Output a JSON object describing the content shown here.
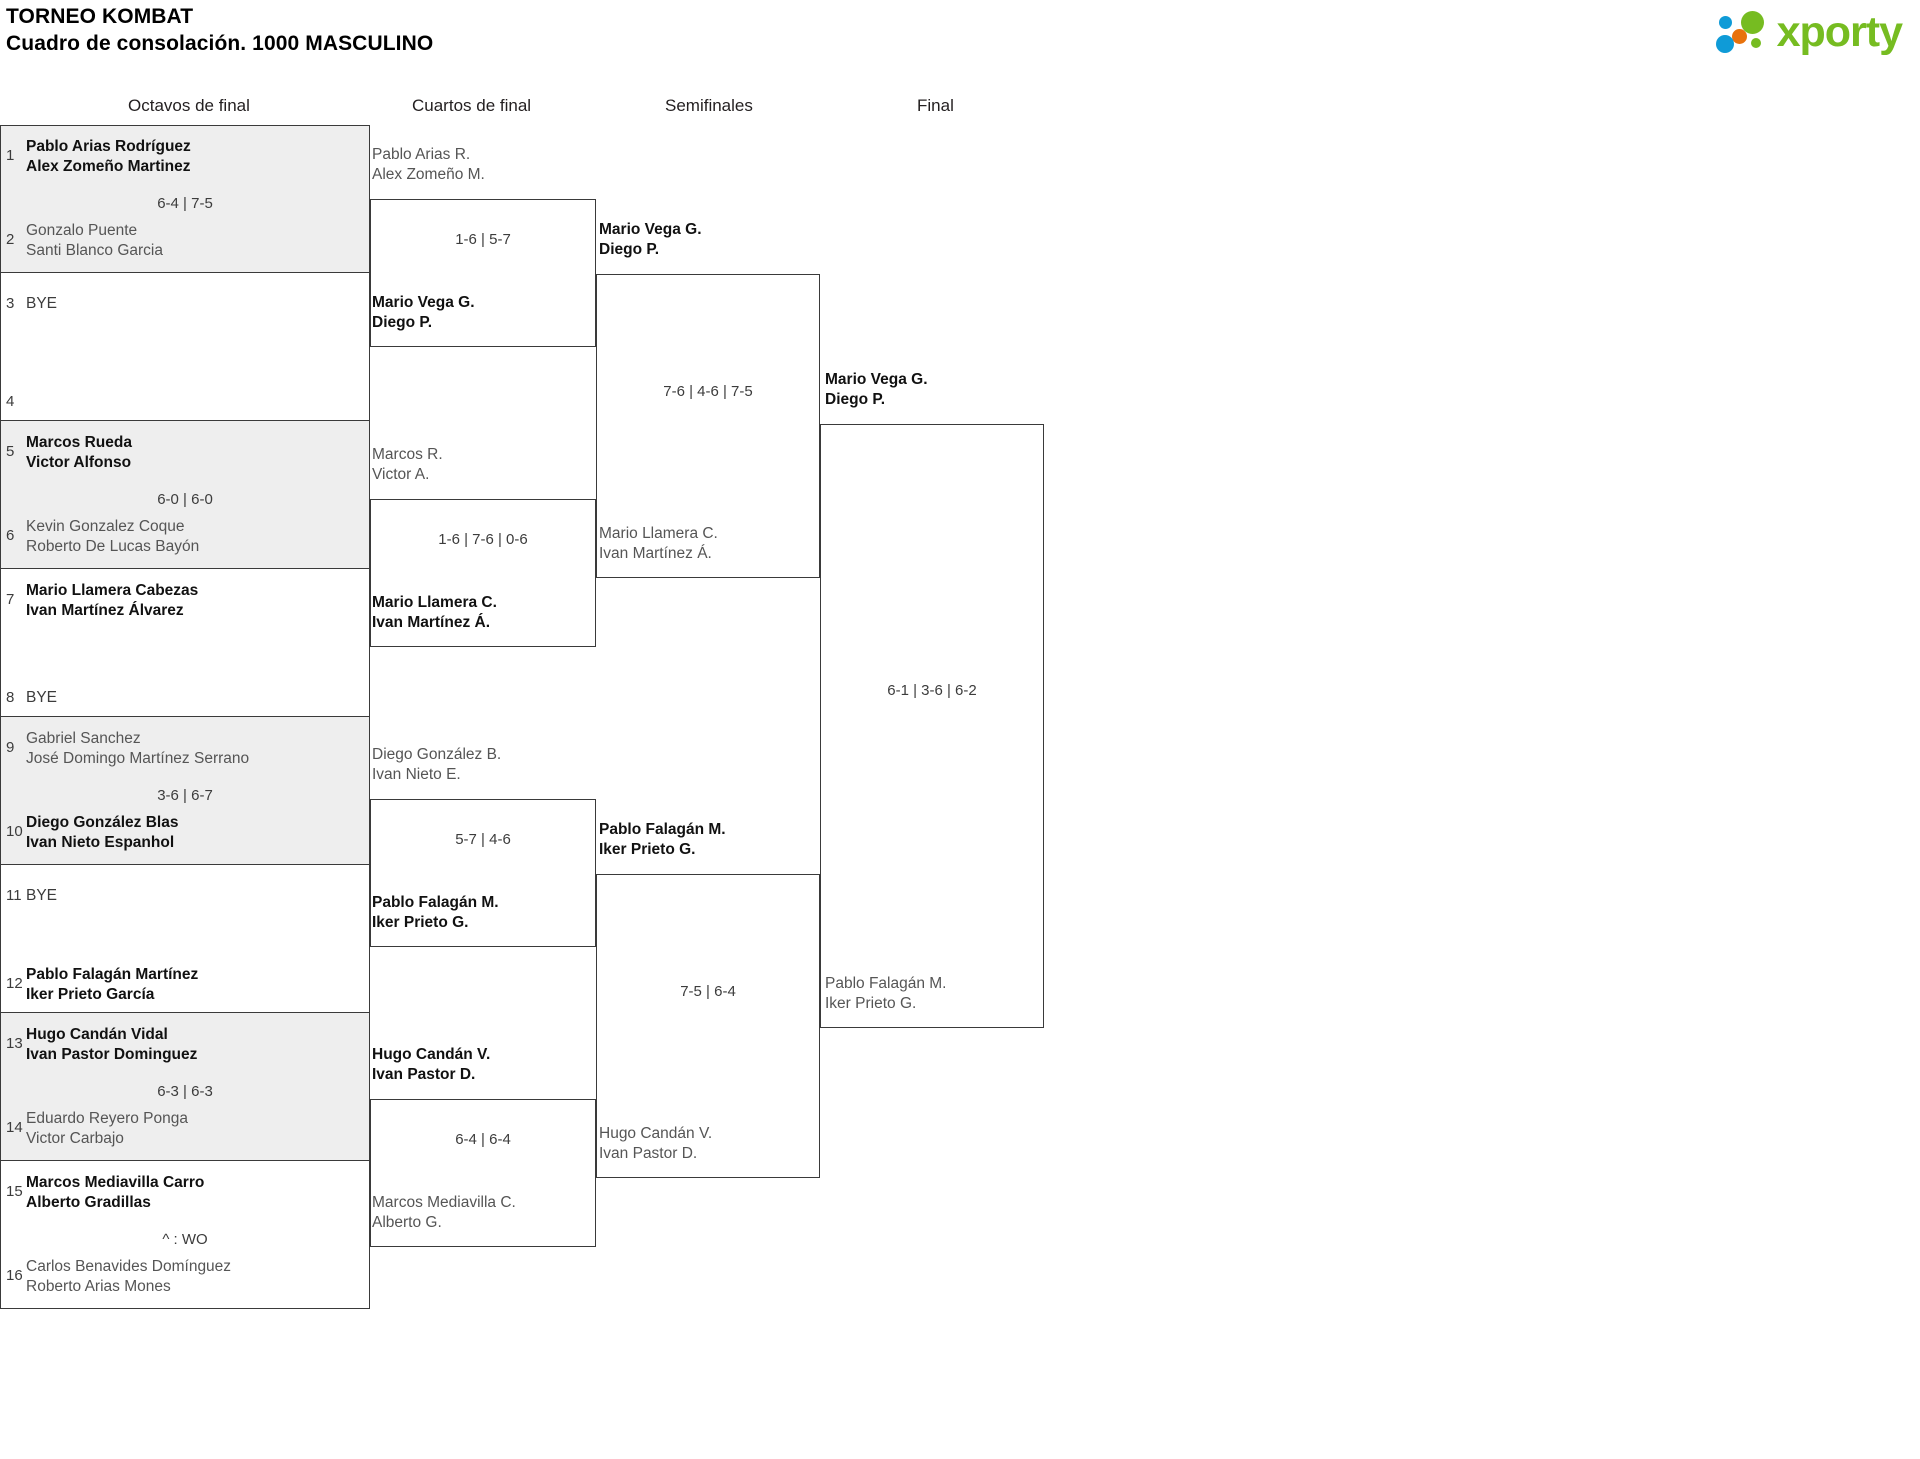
{
  "header": {
    "tournament": "TORNEO KOMBAT",
    "subtitle": "Cuadro de consolación. 1000 MASCULINO"
  },
  "logo": {
    "text": "xporty",
    "colors": {
      "green": "#76bc21",
      "blue": "#0f9bd7",
      "orange": "#e8720c"
    }
  },
  "rounds": [
    {
      "id": "octavos",
      "label": "Octavos de final"
    },
    {
      "id": "cuartos",
      "label": "Cuartos de final"
    },
    {
      "id": "semis",
      "label": "Semifinales"
    },
    {
      "id": "final",
      "label": "Final"
    }
  ],
  "bracket": {
    "round1": {
      "slots": [
        {
          "seed": "1",
          "p1": "Pablo Arias Rodríguez",
          "p2": "Alex Zomeño Martinez",
          "status": "winner"
        },
        {
          "seed": "2",
          "p1": "Gonzalo Puente",
          "p2": "Santi Blanco Garcia",
          "status": "loser"
        },
        {
          "seed": "3",
          "p1": "BYE",
          "p2": "",
          "status": "bye"
        },
        {
          "seed": "4",
          "p1": "",
          "p2": "",
          "status": "empty"
        },
        {
          "seed": "5",
          "p1": "Marcos Rueda",
          "p2": "Victor Alfonso",
          "status": "winner"
        },
        {
          "seed": "6",
          "p1": "Kevin Gonzalez Coque",
          "p2": "Roberto De Lucas Bayón",
          "status": "loser"
        },
        {
          "seed": "7",
          "p1": "Mario Llamera Cabezas",
          "p2": "Ivan Martínez Álvarez",
          "status": "winner"
        },
        {
          "seed": "8",
          "p1": "BYE",
          "p2": "",
          "status": "bye"
        },
        {
          "seed": "9",
          "p1": "Gabriel Sanchez",
          "p2": "José Domingo Martínez Serrano",
          "status": "loser"
        },
        {
          "seed": "10",
          "p1": "Diego González Blas",
          "p2": "Ivan Nieto Espanhol",
          "status": "winner"
        },
        {
          "seed": "11",
          "p1": "BYE",
          "p2": "",
          "status": "bye"
        },
        {
          "seed": "12",
          "p1": "Pablo Falagán Martínez",
          "p2": "Iker Prieto García",
          "status": "winner"
        },
        {
          "seed": "13",
          "p1": "Hugo Candán Vidal",
          "p2": "Ivan Pastor Dominguez",
          "status": "winner"
        },
        {
          "seed": "14",
          "p1": "Eduardo Reyero Ponga",
          "p2": "Victor Carbajo",
          "status": "loser"
        },
        {
          "seed": "15",
          "p1": "Marcos Mediavilla Carro",
          "p2": "Alberto Gradillas",
          "status": "winner"
        },
        {
          "seed": "16",
          "p1": "Carlos Benavides Domínguez",
          "p2": "Roberto Arias Mones",
          "status": "loser"
        }
      ],
      "scores": [
        {
          "pair": "1-2",
          "score": "6-4 | 7-5"
        },
        {
          "pair": "3-4",
          "score": ""
        },
        {
          "pair": "5-6",
          "score": "6-0 | 6-0"
        },
        {
          "pair": "7-8",
          "score": ""
        },
        {
          "pair": "9-10",
          "score": "3-6 | 6-7"
        },
        {
          "pair": "11-12",
          "score": ""
        },
        {
          "pair": "13-14",
          "score": "6-3 | 6-3"
        },
        {
          "pair": "15-16",
          "score": "^ : WO"
        }
      ]
    },
    "round2": [
      {
        "top": {
          "p1": "Pablo Arias R.",
          "p2": "Alex Zomeño M.",
          "status": "loser"
        },
        "bottom": {
          "p1": "Mario Vega G.",
          "p2": "Diego P.",
          "status": "winner"
        },
        "score": "1-6 | 5-7"
      },
      {
        "top": {
          "p1": "Marcos R.",
          "p2": "Victor A.",
          "status": "loser"
        },
        "bottom": {
          "p1": "Mario Llamera C.",
          "p2": "Ivan Martínez Á.",
          "status": "winner"
        },
        "score": "1-6 | 7-6 | 0-6"
      },
      {
        "top": {
          "p1": "Diego González B.",
          "p2": "Ivan Nieto E.",
          "status": "loser"
        },
        "bottom": {
          "p1": "Pablo Falagán M.",
          "p2": "Iker Prieto G.",
          "status": "winner"
        },
        "score": "5-7 | 4-6"
      },
      {
        "top": {
          "p1": "Hugo Candán V.",
          "p2": "Ivan Pastor D.",
          "status": "winner"
        },
        "bottom": {
          "p1": "Marcos Mediavilla C.",
          "p2": "Alberto G.",
          "status": "loser"
        },
        "score": "6-4 | 6-4"
      }
    ],
    "round3": [
      {
        "top": {
          "p1": "Mario Vega G.",
          "p2": "Diego P.",
          "status": "winner"
        },
        "bottom": {
          "p1": "Mario Llamera C.",
          "p2": "Ivan Martínez Á.",
          "status": "loser"
        },
        "score": "7-6 | 4-6 | 7-5"
      },
      {
        "top": {
          "p1": "Pablo Falagán M.",
          "p2": "Iker Prieto G.",
          "status": "winner"
        },
        "bottom": {
          "p1": "Hugo Candán V.",
          "p2": "Ivan Pastor D.",
          "status": "loser"
        },
        "score": "7-5 | 6-4"
      }
    ],
    "round4": [
      {
        "top": {
          "p1": "Mario Vega G.",
          "p2": "Diego P.",
          "status": "winner"
        },
        "bottom": {
          "p1": "Pablo Falagán M.",
          "p2": "Iker Prieto G.",
          "status": "loser"
        },
        "score": "6-1 | 3-6 | 6-2"
      }
    ]
  }
}
